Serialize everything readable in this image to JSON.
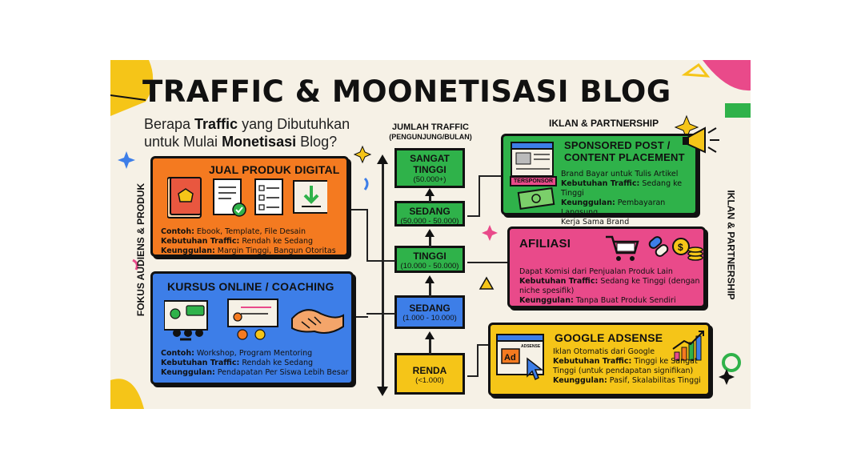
{
  "title": "TRAFFIC & MOONETISASI BLOG",
  "subtitle": {
    "line1_pre": "Berapa ",
    "line1_bold": "Traffic",
    "line1_post": " yang Dibutuhkan",
    "line2_pre": "untuk Mulai ",
    "line2_bold": "Monetisasi",
    "line2_post": " Blog?"
  },
  "left_vertical_label": "FOKUS AUDIENS & PRODUK",
  "right_vertical_label": "IKLAN & PARTNERSHIP",
  "right_header": "IKLAN & PARTNERSHIP",
  "traffic_header": {
    "line1": "JUMLAH TRAFFIC",
    "line2": "(PENGUNJUNG/BULAN)"
  },
  "traffic_levels": [
    {
      "label": "SANGAT TINGGI",
      "range": "(50.000+)"
    },
    {
      "label": "SEDANG",
      "range": "(50.000 - 50.000)"
    },
    {
      "label": "TINGGI",
      "range": "(10.000 - 50.000)"
    },
    {
      "label": "SEDANG",
      "range": "(1.000 - 10.000)"
    },
    {
      "label": "RENDA",
      "range": "(<1.000)"
    }
  ],
  "cards": {
    "jual_produk": {
      "title": "JUAL PRODUK DIGITAL",
      "example_label": "Contoh:",
      "example": " Ebook, Template, File Desain",
      "traffic_label": "Kebutuhan Traffic:",
      "traffic": " Rendah ke Sedang",
      "benefit_label": "Keunggulan:",
      "benefit": " Margin Tinggi, Bangun Otoritas",
      "color": "#f47a20"
    },
    "kursus": {
      "title": "KURSUS ONLINE / COACHING",
      "example_label": "Contoh:",
      "example": " Workshop, Program Mentoring",
      "traffic_label": "Kebutuhan Traffic:",
      "traffic": " Rendah ke Sedang",
      "benefit_label": "Keunggulan:",
      "benefit": " Pendapatan Per Siswa Lebih Besar",
      "color": "#3d7ee8"
    },
    "sponsored": {
      "title_line1": "SPONSORED POST /",
      "title_line2": "CONTENT PLACEMENT",
      "tag": "TERSPONSOR",
      "desc": "Brand Bayar untuk Tulis Artikel",
      "traffic_label": "Kebutuhan Traffic:",
      "traffic": " Sedang ke Tinggi",
      "benefit_label": "Keunggulan:",
      "benefit": " Pembayaran Langsung,",
      "benefit2": "Kerja Sama Brand",
      "color": "#2fb24a"
    },
    "afiliasi": {
      "title": "AFILIASI",
      "desc": "Dapat Komisi dari Penjualan Produk Lain",
      "traffic_label": "Kebutuhan Traffic:",
      "traffic": " Sedang ke Tinggi (dengan",
      "traffic2": "niche spesifik)",
      "benefit_label": "Keunggulan:",
      "benefit": " Tanpa Buat Produk Sendiri",
      "color": "#e94a8a"
    },
    "adsense": {
      "title": "GOOGLE ADSENSE",
      "ad_tag": "ADSENSE",
      "ad_label": "Ad",
      "desc": "Iklan Otomatis dari Google",
      "traffic_label": "Kebutuhan Traffic:",
      "traffic": " Tinggi ke Sangat",
      "traffic2": "Tinggi (untuk pendapatan signifikan)",
      "benefit_label": "Keunggulan:",
      "benefit": " Pasif, Skalabilitas Tinggi",
      "color": "#f5c518"
    }
  }
}
